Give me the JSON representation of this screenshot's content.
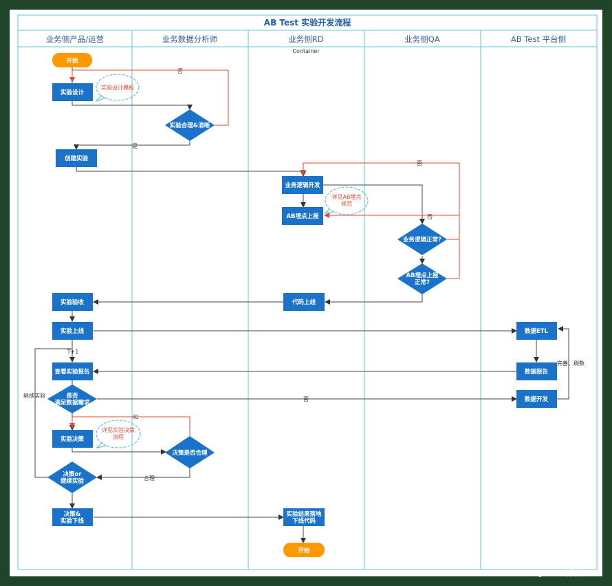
{
  "title": "AB Test 实验开发流程",
  "lanes": [
    "业务侧产品/运营",
    "业务数据分析师",
    "业务侧RD",
    "业务侧QA",
    "AB Test 平台侧"
  ],
  "container_label": "Container",
  "nodes": {
    "start": "开始",
    "design": "实验设计",
    "judge": "实验合理&清晰",
    "create": "创建实验",
    "rd_dev": "业务逻辑开发",
    "ab_report": "AB埋点上报",
    "qa_logic": "业务逻辑正常?",
    "qa_ab_1": "AB埋点上报",
    "qa_ab_2": "正常?",
    "code_online": "代码上线",
    "accept": "实验验收",
    "online": "实验上线",
    "etl": "数据ETL",
    "view_report": "查看实验报告",
    "data_report": "数据报告",
    "meet_1": "是否",
    "meet_2": "满足数据需求",
    "data_dev": "数据开发",
    "decide": "实验决策",
    "decide_judge": "决策是否合理",
    "cont_1": "决策or",
    "cont_2": "继续实验",
    "offline_1": "决策&",
    "offline_2": "实验下线",
    "cleanup_1": "实验结果落地",
    "cleanup_2": "下线代码",
    "end": "开始"
  },
  "notes": {
    "design_template": "实验设计模板",
    "ab_spec_1": "详见AB埋点",
    "ab_spec_2": "规范",
    "decision_flow_1": "详见实验决策",
    "decision_flow_2": "流程"
  },
  "edge_labels": {
    "no_1": "否",
    "yes_1": "是",
    "no_2": "否",
    "no_3": "否",
    "t1": "T+1",
    "continue": "继续实验",
    "no_4": "否",
    "improve": "完善、刷数",
    "no_5": "否",
    "reasonable": "合理"
  },
  "watermark": {
    "brand": "转转技术",
    "site": "@ITPUB博客"
  },
  "colors": {
    "box": "#1a73c8",
    "start": "#ff9900",
    "lane_line": "#5bc8d6",
    "flow": "#444444",
    "reject": "#e34a2e",
    "note": "#4bb9cf"
  }
}
